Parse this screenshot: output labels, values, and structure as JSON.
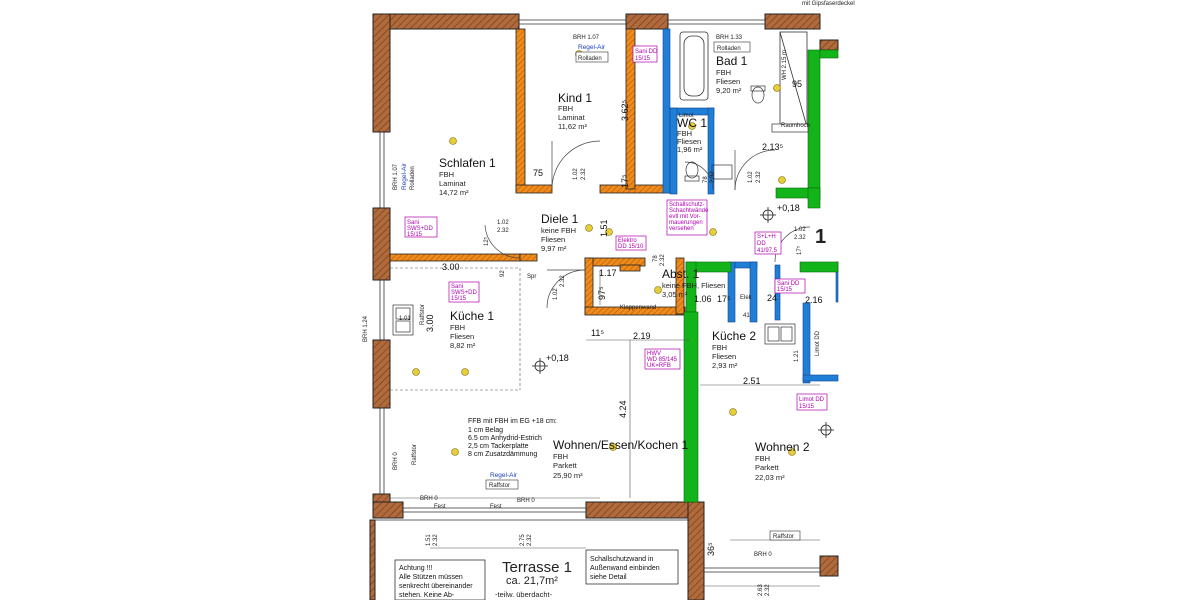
{
  "rooms": {
    "schlafen": {
      "name": "Schlafen 1",
      "floor_heating": "FBH",
      "floor": "Laminat",
      "area": "14,72 m²"
    },
    "kind": {
      "name": "Kind 1",
      "floor_heating": "FBH",
      "floor": "Laminat",
      "area": "11,62 m²"
    },
    "bad": {
      "name": "Bad 1",
      "floor_heating": "FBH",
      "floor": "Fliesen",
      "area": "9,20 m²"
    },
    "wc": {
      "name": "WC 1",
      "floor_heating": "FBH",
      "floor": "Fliesen",
      "area": "1,96 m²"
    },
    "diele": {
      "name": "Diele 1",
      "floor_heating": "keine FBH",
      "floor": "Fliesen",
      "area": "9,97 m²"
    },
    "abst": {
      "name": "Abst. 1",
      "floor_heating": "keine FBH, Fliesen",
      "area": "3,05 m²"
    },
    "kueche1": {
      "name": "Küche 1",
      "floor_heating": "FBH",
      "floor": "Fliesen",
      "area": "8,82 m²"
    },
    "kueche2": {
      "name": "Küche 2",
      "floor_heating": "FBH",
      "floor": "Fliesen",
      "area": "2,93 m²"
    },
    "wohnen1": {
      "name": "Wohnen/Essen/Kochen 1",
      "floor_heating": "FBH",
      "floor": "Parkett",
      "area": "25,90 m²"
    },
    "wohnen2": {
      "name": "Wohnen 2",
      "floor_heating": "FBH",
      "floor": "Parkett",
      "area": "22,03 m²"
    },
    "terrasse": {
      "name": "Terrasse 1",
      "area": "ca. 21,7m²",
      "note": "-teilw. überdacht-"
    }
  },
  "labels": {
    "brh107": "BRH 1.07",
    "brh133": "BRH 1.33",
    "brh107_vert": "BRH 1.07",
    "brh124": "BRH 1.24",
    "brh0_a": "BRH 0",
    "brh0_b": "BRH 0",
    "brh0_c": "BRH 0",
    "brh0_vert": "BRH 0",
    "regelair_1": "Regel-Air",
    "regelair_2": "Regel-Air",
    "regelair_3": "Regel-Air",
    "rolladen_1": "Rolladen",
    "rolladen_2": "Rolladen",
    "rolladen_vert": "Rolladen",
    "raffstor_1": "Raffstor",
    "raffstor_2": "Raffstor",
    "raffstor_vert": "Raffstor",
    "raffstor_vert2": "Raffstor",
    "fest_1": "Fest",
    "fest_2": "Fest",
    "level_1": "+0,18",
    "level_2": "+0,18",
    "limot": "Limot",
    "limot_dd": "Limot DD",
    "limot_dd2": "15/15",
    "raumhoch": "Raumhoch",
    "elek": "Elek",
    "spr": "Spr",
    "mit_gips": "mit Gipsfaserdeckel",
    "klappe": "Klappenwand",
    "wh": "WH 2.15 m",
    "number_1": "1"
  },
  "dims": {
    "d_362": "3.62⁵",
    "d_75": "75",
    "d_102a": "1.02",
    "d_232a": "2.32",
    "d_175a": "17⁵",
    "d_102b": "1.02",
    "d_232b": "2.32",
    "d_151": "1.51",
    "d_300h": "3.00",
    "d_300v": "3.00",
    "d_92": "92",
    "d_102c": "1.02",
    "d_232c": "2.32",
    "d_117": "1.17",
    "d_97": "97⁵",
    "d_78": "78",
    "d_232d": "2.32",
    "d_106": "1.06",
    "d_17": "17⁵",
    "d_24": "24",
    "d_216": "2.16",
    "d_41": "41",
    "d_115": "11⁵",
    "d_219": "2.19",
    "d_424": "4.24",
    "d_121": "1.21",
    "d_251": "2.51",
    "d_213": "2.13⁵",
    "d_78b": "78",
    "d_232e": "2.32",
    "d_102d": "1.02",
    "d_232f": "2.32",
    "d_102e": "1.02",
    "d_232g": "2.32",
    "d_95": "95",
    "d_151b": "1.51",
    "d_232h": "2.32",
    "d_275": "2.75",
    "d_232i": "2.32",
    "d_36": "36⁵",
    "d_263": "2.63",
    "d_232j": "2.32",
    "d_101": "1.01",
    "d_125": "12⁵",
    "d_175b": "17⁵"
  },
  "magenta_notes": {
    "sani_dd_1": "Sani DD",
    "sani_dd_1b": "15/15",
    "sani_sws_1": "Sani",
    "sani_sws_1b": "SWS+DD",
    "sani_sws_1c": "15/15",
    "sani_sws_2": "Sani",
    "sani_sws_2b": "SWS+DD",
    "sani_sws_2c": "15/15",
    "schall_1": "Schallschutz-",
    "schall_2": "Schachtwände",
    "schall_3": "evtl mit Vor-",
    "schall_4": "mauerungen",
    "schall_5": "versehen",
    "elektro_1": "Elektro",
    "elektro_2": "DD 15/10",
    "s_l_1": "S+L+H",
    "s_l_2": "DD",
    "s_l_3": "41/97,5",
    "sani_dd_2": "Sani DD",
    "sani_dd_2b": "15/15",
    "hwv_1": "HWV",
    "hwv_2": "WD 85/145",
    "hwv_3": "UK=RFB",
    "limot_dd_mag": "Limot DD",
    "limot_dd_mag2": "15/15"
  },
  "ffb_note": [
    "FFB mit FBH im EG +18 cm:",
    "1 cm Belag",
    "6.5 cm Anhydrid-Estrich",
    "2,5 cm Tackerplatte",
    "8 cm Zusatzdämmung"
  ],
  "achtung_note": [
    "Achtung !!!",
    "Alle Stützen müssen",
    "senkrecht übereinander",
    "stehen. Keine Ab-"
  ],
  "schall_note": [
    "Schallschutzwand in",
    "Außenwand einbinden",
    "siehe Detail"
  ],
  "colors": {
    "wall_brown": "#b06a3c",
    "wall_orange": "#ef8a1c",
    "wall_blue": "#1f7fd6",
    "wall_green": "#13b41a",
    "lamp": "#e6cd39",
    "magenta": "#b000b0",
    "annotation_blue": "#1d3fbf"
  }
}
